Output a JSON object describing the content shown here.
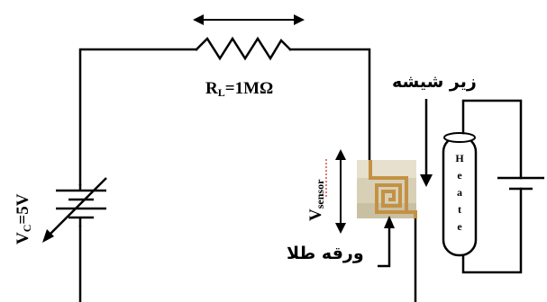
{
  "labels": {
    "resistor_main": "R",
    "resistor_sub": "L",
    "resistor_value": "=1MΩ",
    "voltage_source_main": "V",
    "voltage_source_sub": "C",
    "voltage_source_value": "=5V",
    "sensor_voltage_main": "V",
    "sensor_voltage_sub": "sensor",
    "under_glass": "زیر شیشه",
    "gold_foil": "ورقه طلا",
    "heater_letters": [
      "H",
      "e",
      "a",
      "t",
      "e"
    ]
  },
  "colors": {
    "wire": "#000000",
    "sensor_substrate": "#d6cfb8",
    "gold_trace": "#c89a4a",
    "spell_underline": "#d02020"
  }
}
